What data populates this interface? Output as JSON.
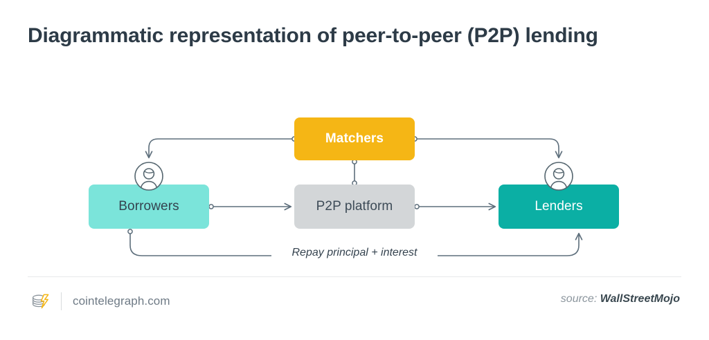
{
  "page": {
    "title": "Diagrammatic representation of peer-to-peer (P2P) lending",
    "background": "#ffffff"
  },
  "diagram": {
    "type": "flow-diagram",
    "nodes": [
      {
        "id": "matchers",
        "label": "Matchers",
        "fill": "#F5B615",
        "text_color": "#ffffff"
      },
      {
        "id": "borrowers",
        "label": "Borrowers",
        "fill": "#7BE4DA",
        "text_color": "#34434f"
      },
      {
        "id": "platform",
        "label": "P2P platform",
        "fill": "#d3d6d8",
        "text_color": "#3d4b57"
      },
      {
        "id": "lenders",
        "label": "Lenders",
        "fill": "#0BAFA4",
        "text_color": "#ffffff"
      }
    ],
    "avatars": [
      {
        "id": "borrower-avatar",
        "icon": "person-circle-icon"
      },
      {
        "id": "lender-avatar",
        "icon": "person-circle-icon"
      }
    ],
    "edges": [
      {
        "from": "matchers",
        "to": "borrowers",
        "style": "curved",
        "arrow": true,
        "label": ""
      },
      {
        "from": "matchers",
        "to": "lenders",
        "style": "curved",
        "arrow": true,
        "label": ""
      },
      {
        "from": "matchers",
        "to": "platform",
        "style": "straight-vertical",
        "arrow": false,
        "label": ""
      },
      {
        "from": "borrowers",
        "to": "platform",
        "style": "straight",
        "arrow": true,
        "label": ""
      },
      {
        "from": "platform",
        "to": "lenders",
        "style": "straight",
        "arrow": true,
        "label": ""
      },
      {
        "from": "borrowers",
        "to": "lenders",
        "style": "curved-bottom",
        "arrow": true,
        "label": "Repay principal + interest"
      }
    ],
    "edge_label": "Repay principal + interest",
    "line_color": "#5d6e7b"
  },
  "footer": {
    "logo_icon": "cointelegraph-coins-icon",
    "site": "cointelegraph.com",
    "source_prefix": "source:",
    "source_name": "WallStreetMojo",
    "accent": "#F5B615"
  }
}
